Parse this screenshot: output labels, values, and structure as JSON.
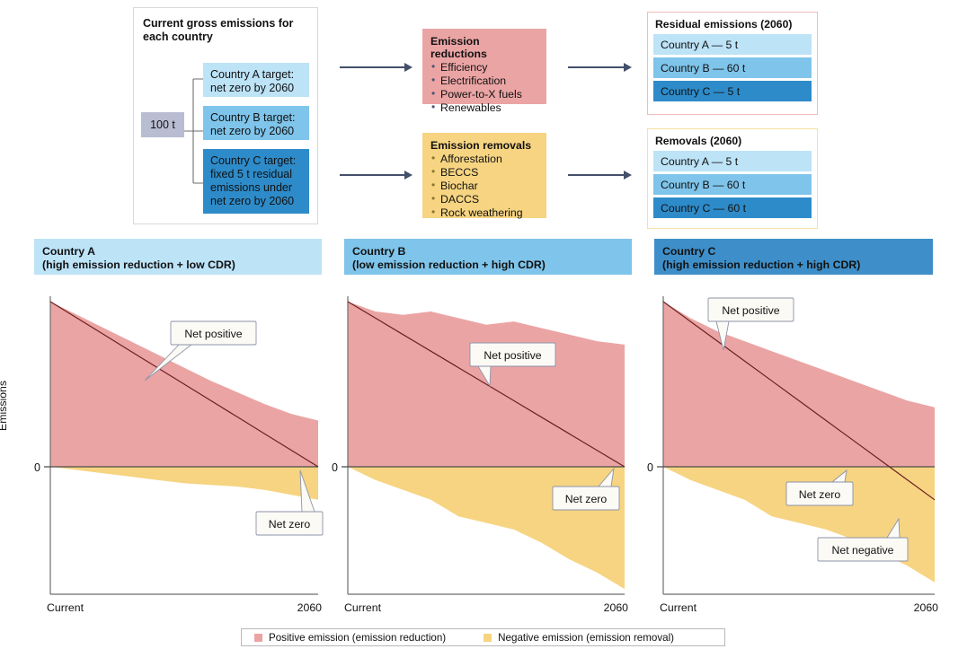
{
  "flow": {
    "gross_title": "Current gross emissions for each country",
    "total": "100 t",
    "countries": [
      {
        "label": "Country A target: net zero by 2060",
        "color": "#bde3f7"
      },
      {
        "label": "Country B target: net zero by 2060",
        "color": "#7fc4ea"
      },
      {
        "label": "Country C target: fixed 5 t residual emissions under net zero by 2060",
        "color": "#2e8bc9"
      }
    ],
    "reductions": {
      "title": "Emission reductions",
      "items": [
        "Efficiency",
        "Electrification",
        "Power-to-X fuels",
        "Renewables"
      ],
      "color": "#eba4a4"
    },
    "removals": {
      "title": "Emission removals",
      "items": [
        "Afforestation",
        "BECCS",
        "Biochar",
        "DACCS",
        "Rock weathering"
      ],
      "color": "#f6d481"
    },
    "residual_panel": {
      "title": "Residual emissions (2060)",
      "rows": [
        "Country A — 5 t",
        "Country B — 60 t",
        "Country C — 5 t"
      ]
    },
    "removals_panel": {
      "title": "Removals (2060)",
      "rows": [
        "Country A — 5 t",
        "Country B — 60 t",
        "Country C — 60 t"
      ]
    }
  },
  "charts": {
    "ylabel": "Emissions",
    "zero_label": "0",
    "x_start_label": "Current",
    "x_end_label": "2060",
    "panels": [
      {
        "id": "a",
        "title_line1": "Country A",
        "title_line2": "(high emission reduction + low CDR)",
        "header_color": "#bde3f7",
        "callouts": [
          "Net positive",
          "Net zero"
        ]
      },
      {
        "id": "b",
        "title_line1": "Country B",
        "title_line2": "(low emission reduction + high CDR)",
        "header_color": "#7fc4ea",
        "callouts": [
          "Net positive",
          "Net zero"
        ]
      },
      {
        "id": "c",
        "title_line1": "Country C",
        "title_line2": "(high emission reduction + high CDR)",
        "header_color": "#3e8fc9",
        "callouts": [
          "Net positive",
          "Net zero",
          "Net negative"
        ]
      }
    ]
  },
  "legend": {
    "positive": "Positive emission (emission reduction)",
    "negative": "Negative emission (emission removal)",
    "positive_color": "#eba4a4",
    "negative_color": "#f6d481"
  },
  "chart_data": {
    "type": "area",
    "title": "",
    "xlabel": "",
    "ylabel": "Emissions",
    "x": [
      "Current",
      "2060"
    ],
    "xlim": [
      0,
      100
    ],
    "ylim": [
      -45,
      100
    ],
    "grid": false,
    "legend_position": "bottom",
    "panels": [
      {
        "name": "Country A (high emission reduction + low CDR)",
        "x": [
          0,
          10,
          20,
          30,
          40,
          50,
          60,
          70,
          80,
          90,
          100
        ],
        "gross_emissions": [
          100,
          92,
          84,
          76,
          68,
          60,
          52,
          45,
          38,
          32,
          28
        ],
        "removals": [
          0,
          -2,
          -4,
          -6,
          -8,
          -10,
          -11,
          -12,
          -14,
          -17,
          -20
        ],
        "net_line": [
          100,
          90,
          80,
          70,
          60,
          50,
          40,
          30,
          20,
          10,
          0
        ],
        "annotations": [
          "Net positive",
          "Net zero"
        ]
      },
      {
        "name": "Country B (low emission reduction + high CDR)",
        "x": [
          0,
          10,
          20,
          30,
          40,
          50,
          60,
          70,
          80,
          90,
          100
        ],
        "gross_emissions": [
          100,
          94,
          92,
          94,
          90,
          86,
          88,
          84,
          80,
          76,
          74
        ],
        "removals": [
          0,
          -8,
          -14,
          -20,
          -30,
          -34,
          -38,
          -46,
          -56,
          -64,
          -74
        ],
        "net_line": [
          100,
          90,
          80,
          70,
          60,
          50,
          40,
          30,
          20,
          10,
          0
        ],
        "annotations": [
          "Net positive",
          "Net zero"
        ]
      },
      {
        "name": "Country C (high emission reduction + high CDR)",
        "x": [
          0,
          10,
          20,
          30,
          40,
          50,
          60,
          70,
          80,
          90,
          100
        ],
        "gross_emissions": [
          100,
          90,
          82,
          76,
          70,
          64,
          58,
          52,
          46,
          40,
          36
        ],
        "removals": [
          0,
          -8,
          -14,
          -20,
          -30,
          -34,
          -38,
          -44,
          -52,
          -60,
          -70
        ],
        "net_line": [
          100,
          88,
          76,
          64,
          52,
          40,
          28,
          16,
          4,
          -8,
          -20
        ],
        "annotations": [
          "Net positive",
          "Net zero",
          "Net negative"
        ]
      }
    ],
    "series_legend": [
      {
        "name": "Positive emission (emission reduction)",
        "color": "#eba4a4"
      },
      {
        "name": "Negative emission (emission removal)",
        "color": "#f6d481"
      }
    ]
  }
}
